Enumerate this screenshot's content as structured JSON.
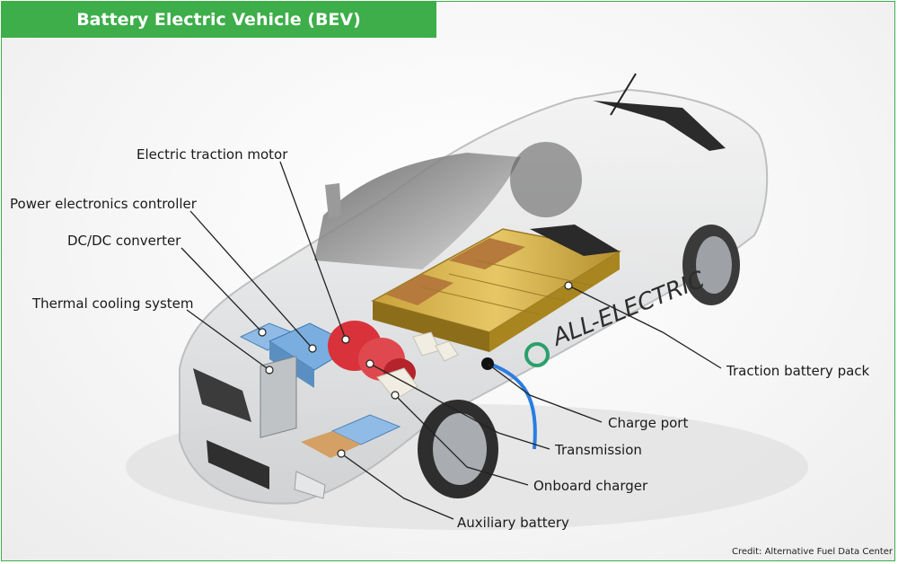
{
  "title": "Battery Electric Vehicle (BEV)",
  "car_decal": "ALL-ELECTRIC",
  "labels": {
    "electric_traction_motor": "Electric traction motor",
    "power_electronics_controller": "Power electronics controller",
    "dc_dc_converter": "DC/DC converter",
    "thermal_cooling_system": "Thermal cooling system",
    "traction_battery_pack": "Traction battery pack",
    "charge_port": "Charge port",
    "transmission": "Transmission",
    "onboard_charger": "Onboard charger",
    "auxiliary_battery": "Auxiliary battery"
  },
  "credit": "Credit: Alternative Fuel Data Center",
  "colors": {
    "brand_green": "#3dae49",
    "battery_gold": "#d8b24a",
    "motor_red": "#d9323a",
    "cooling_blue": "#6fa8dc",
    "cable_blue": "#2a7de1"
  }
}
